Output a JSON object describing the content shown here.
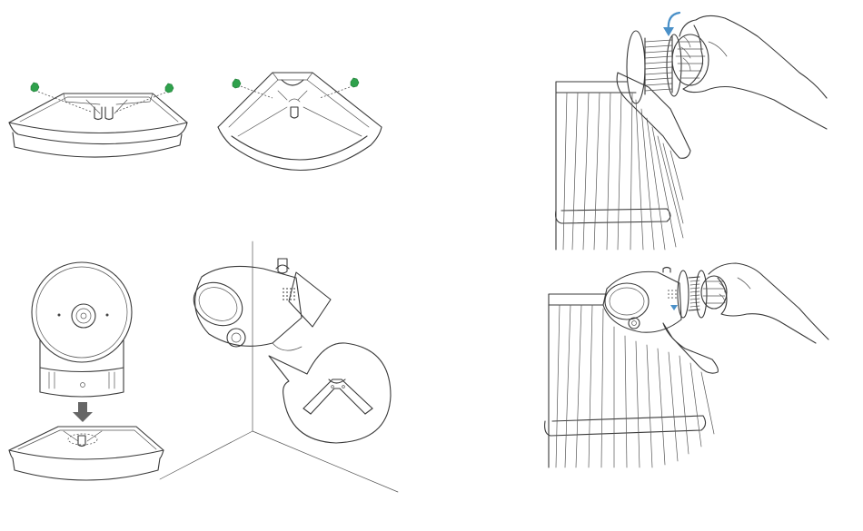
{
  "illustration": {
    "panels": [
      {
        "id": "shelf-mount-angled",
        "icon": "corner-shelf-mount-icon"
      },
      {
        "id": "shelf-mount-top",
        "icon": "corner-shelf-mount-icon"
      },
      {
        "id": "camera-onto-mount",
        "icon": "camera-placement-icon"
      },
      {
        "id": "camera-in-corner",
        "icon": "corner-install-icon"
      },
      {
        "id": "clamp-tighten",
        "icon": "clamp-tighten-icon"
      },
      {
        "id": "clamp-mounted",
        "icon": "clamp-mounted-icon"
      }
    ],
    "colors": {
      "line": "#3a3a3a",
      "screw": "#2fa14c",
      "rotation_arrow": "#4a90c8",
      "push_arrow": "#666666"
    }
  }
}
